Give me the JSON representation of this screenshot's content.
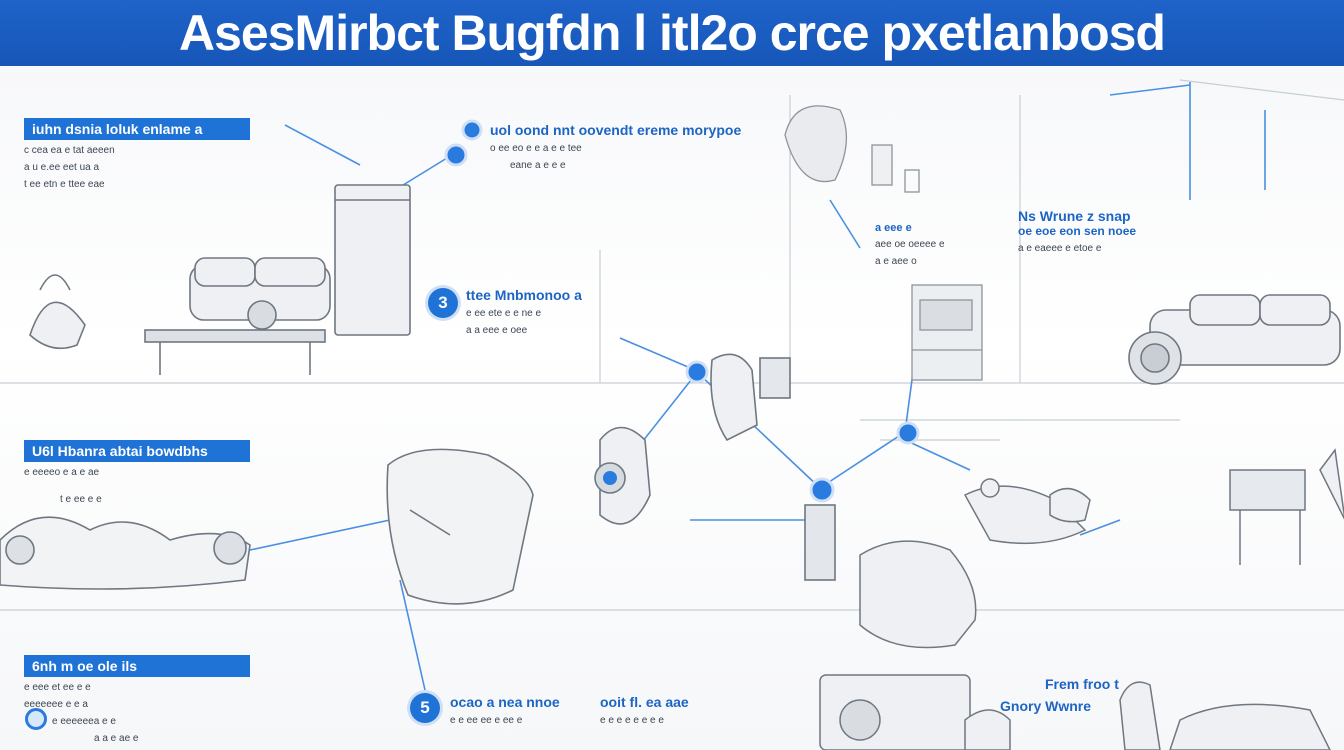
{
  "banner": {
    "title": "AsesMirbct Bugfdn l itl2o crce pxetlanbosd"
  },
  "callouts": {
    "top_left": {
      "label": "iuhn dsnia loluk enlame a",
      "sub1": "c cea ea e tat aeeen",
      "sub2": "a u e.ee eet ua a",
      "sub3": "t ee etn e ttee eae"
    },
    "top_center": {
      "label": "uol oond nnt oovendt ereme morypoe",
      "sub1": "o ee eo e e a e e tee",
      "sub2": "eane a e e e"
    },
    "step3": {
      "number": "3",
      "label": "ttee Mnbmonoo a",
      "sub1": "e ee ete e e ne e",
      "sub2": "a a eee e oee"
    },
    "right_mid": {
      "label": "Ns Wrune z snap",
      "label2": "oe eoe eon sen noee",
      "sub1": "a e eaeee e etoe e"
    },
    "tr_small": {
      "label": "a eee e",
      "sub1": "aee oe oeeee e",
      "sub2": "a e aee o"
    },
    "left_mid": {
      "label": "U6l Hbanra abtai bowdbhs",
      "sub1": "e eeeeo e a e ae",
      "sub2": "t e ee e e"
    },
    "bottom_left": {
      "label": "6nh m oe ole ils",
      "sub1": "e eee et ee e e",
      "sub2": "eeeeeee e e a",
      "sub3": "e eeeeeea e e",
      "sub4": "a a e ae e"
    },
    "step5": {
      "number": "5",
      "label": "ocao a nea nnoe",
      "sub1": "e e ee ee e ee e"
    },
    "bottom_center": {
      "label": "ooit fl. ea aae",
      "sub1": "e e e e e e e e"
    },
    "bottom_right": {
      "label": "Frem froo t",
      "label2": "Gnory Wwnre"
    }
  },
  "colors": {
    "brand_blue": "#1f73d6",
    "banner_blue": "#1656b8",
    "sketch_gray": "#8a929c"
  }
}
